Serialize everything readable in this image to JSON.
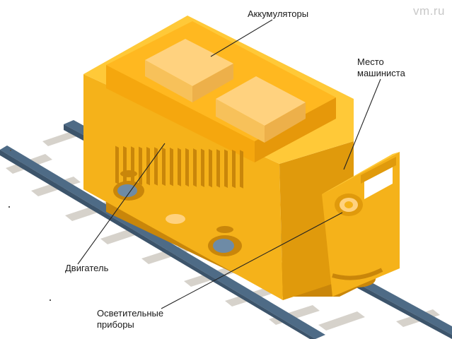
{
  "watermark": "vm.ru",
  "labels": {
    "batteries": "Аккумуляторы",
    "cab": "Место\nмашиниста",
    "engine": "Двигатель",
    "lights": "Осветительные\nприборы"
  },
  "colors": {
    "body_main": "#F5B21A",
    "body_light": "#FFC938",
    "body_dark": "#E09A0C",
    "body_shadow": "#C9860A",
    "battery_top": "#FFD27F",
    "battery_side": "#F7C15A",
    "rail": "#4E6B86",
    "rail_dark": "#3C546B",
    "sleeper": "#D6D2CB",
    "sleeper_shadow": "#B9B4AC",
    "wheel": "#6E8BA6",
    "leader_line": "#222222"
  }
}
